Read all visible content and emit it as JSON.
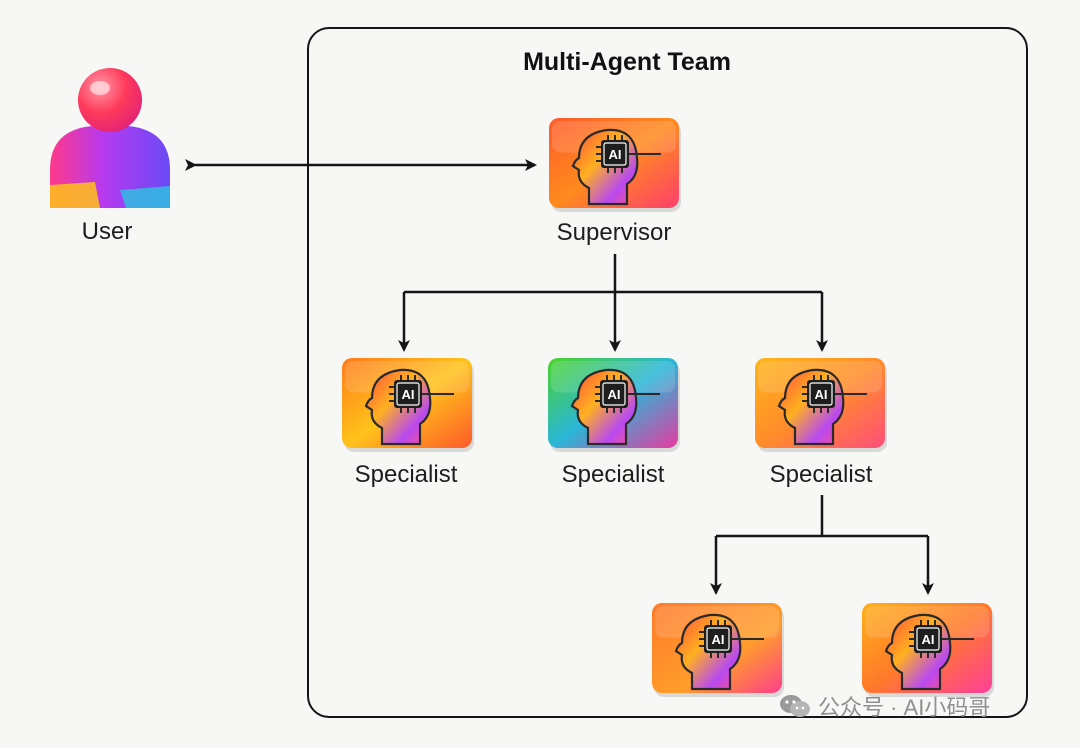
{
  "team": {
    "title": "Multi-Agent Team"
  },
  "user": {
    "label": "User",
    "icon": "user-icon"
  },
  "supervisor": {
    "label": "Supervisor",
    "chip_text": "AI"
  },
  "specialists": [
    {
      "label": "Specialist",
      "chip_text": "AI"
    },
    {
      "label": "Specialist",
      "chip_text": "AI"
    },
    {
      "label": "Specialist",
      "chip_text": "AI"
    }
  ],
  "sub_agents": [
    {
      "chip_text": "AI"
    },
    {
      "chip_text": "AI"
    }
  ],
  "watermark": {
    "text": "公众号 · AI小码哥",
    "icon": "wechat-icon"
  },
  "colors": {
    "line": "#151515",
    "label": "#1d1d1d",
    "watermark": "#8f8f8f"
  }
}
